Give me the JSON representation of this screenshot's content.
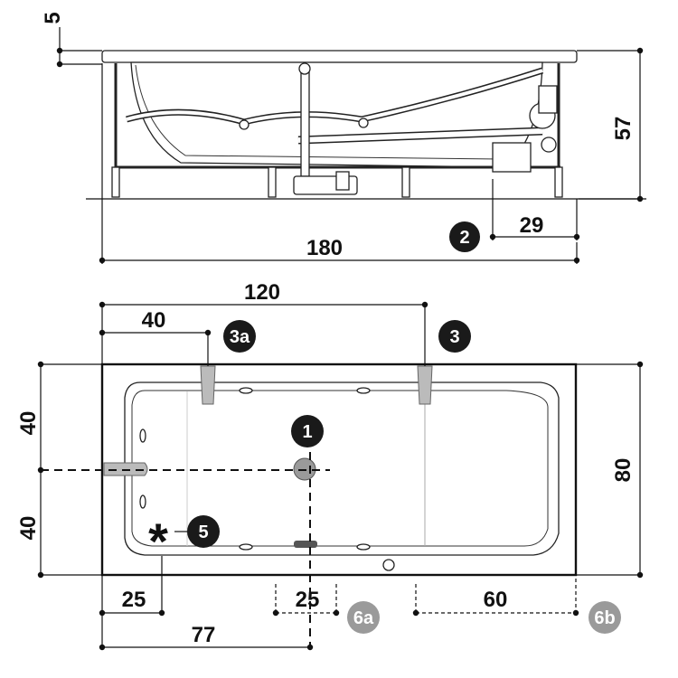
{
  "side_view": {
    "dim_rim": "5",
    "dim_height": "57",
    "dim_drain_offset": "29",
    "dim_length": "180",
    "badge_2": "2"
  },
  "top_view": {
    "dim_120": "120",
    "dim_40_top": "40",
    "dim_40_left_upper": "40",
    "dim_40_left_lower": "40",
    "dim_80": "80",
    "dim_25_left": "25",
    "dim_25_center": "25",
    "dim_60": "60",
    "dim_77": "77",
    "badge_1": "1",
    "badge_3": "3",
    "badge_3a": "3a",
    "badge_5": "5",
    "badge_6a": "6a",
    "badge_6b": "6b",
    "asterisk": "*"
  },
  "colors": {
    "badge_dark": "#1a1a1a",
    "badge_grey": "#9a9a9a",
    "ink": "#111111"
  }
}
